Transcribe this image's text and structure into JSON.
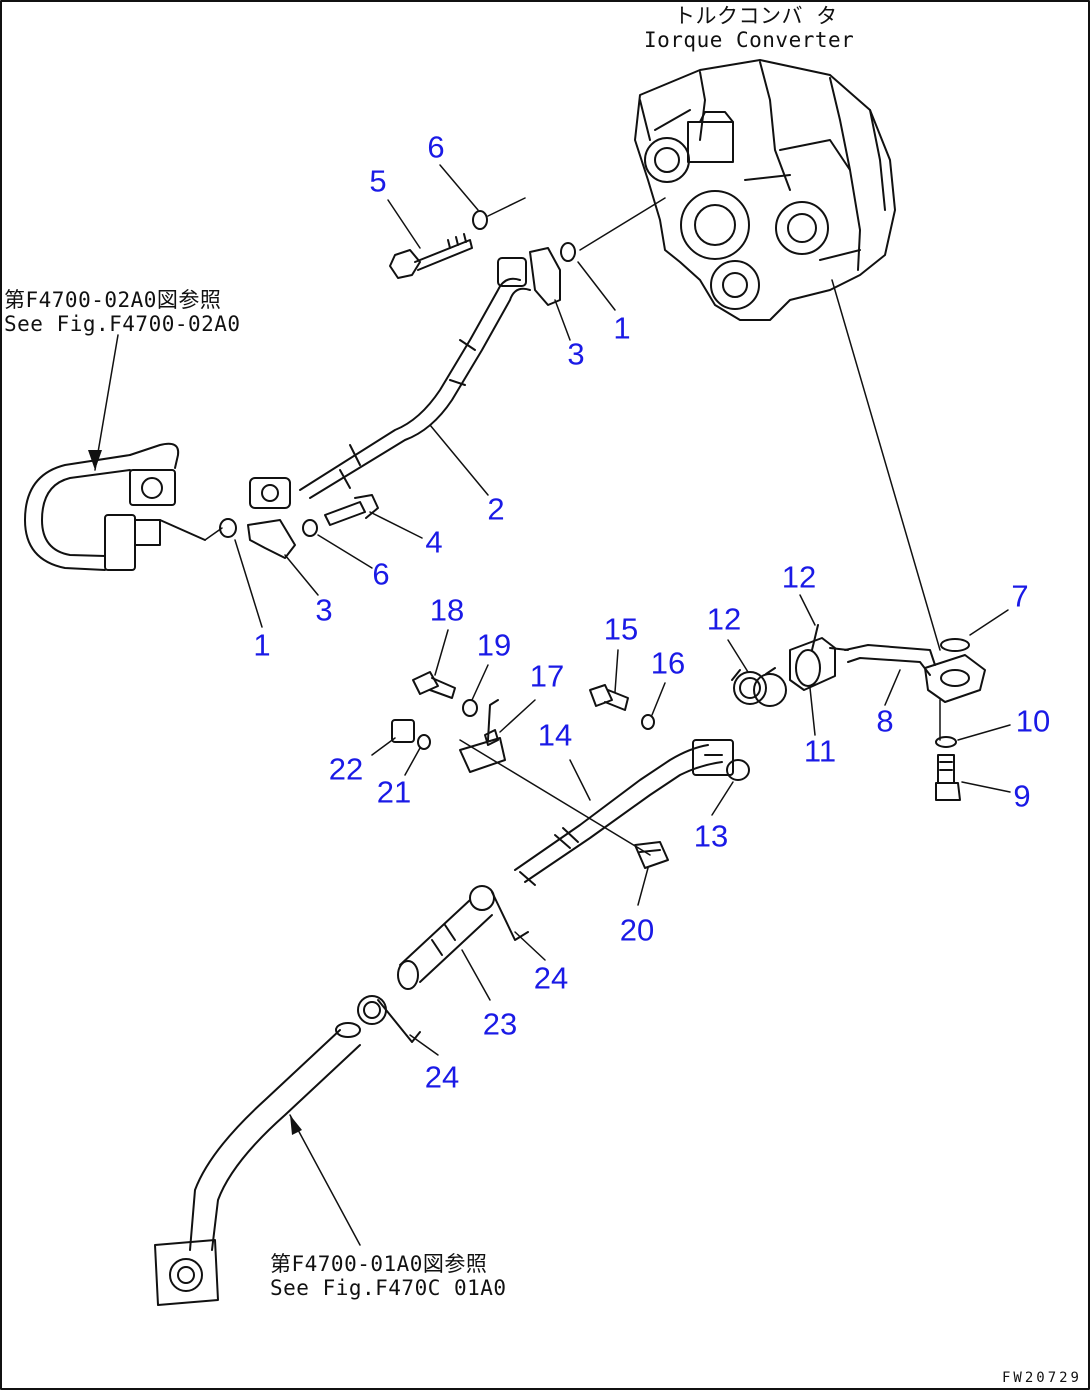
{
  "references": {
    "torque_converter": {
      "jp": "トルクコンバ タ",
      "en": "Iorque Converter"
    },
    "upper_left": {
      "jp": "第F4700-02A0図参照",
      "en": "See Fig.F4700-02A0"
    },
    "lower_left": {
      "jp": "第F4700-01A0図参照",
      "en": "See Fig.F470C 01A0"
    }
  },
  "drawing_code": "FW20729",
  "callouts": [
    {
      "label": "1"
    },
    {
      "label": "1"
    },
    {
      "label": "2"
    },
    {
      "label": "3"
    },
    {
      "label": "3"
    },
    {
      "label": "4"
    },
    {
      "label": "5"
    },
    {
      "label": "6"
    },
    {
      "label": "6"
    },
    {
      "label": "7"
    },
    {
      "label": "8"
    },
    {
      "label": "9"
    },
    {
      "label": "10"
    },
    {
      "label": "11"
    },
    {
      "label": "12"
    },
    {
      "label": "12"
    },
    {
      "label": "13"
    },
    {
      "label": "14"
    },
    {
      "label": "15"
    },
    {
      "label": "16"
    },
    {
      "label": "17"
    },
    {
      "label": "18"
    },
    {
      "label": "19"
    },
    {
      "label": "20"
    },
    {
      "label": "21"
    },
    {
      "label": "22"
    },
    {
      "label": "23"
    },
    {
      "label": "24"
    },
    {
      "label": "24"
    }
  ],
  "colors": {
    "callout": "#1a1ae6",
    "line": "#111111"
  }
}
